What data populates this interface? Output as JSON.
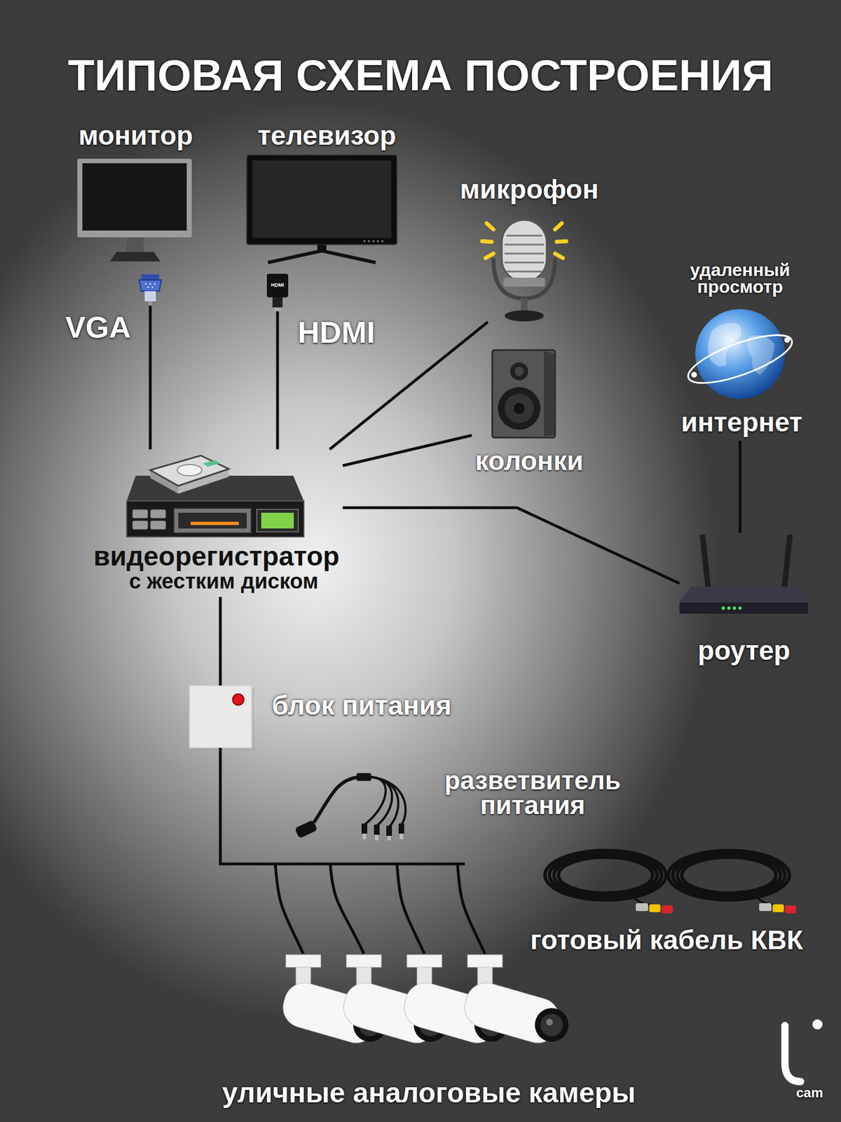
{
  "diagram": {
    "title": "ТИПОВАЯ СХЕМА ПОСТРОЕНИЯ",
    "nodes": [
      {
        "text": [
          "монитор"
        ]
      },
      {
        "text": [
          "телевизор"
        ]
      },
      {
        "text": [
          "микрофон"
        ]
      },
      {
        "text": [
          "удаленный просмотр",
          "интернет"
        ]
      },
      {
        "text": [
          "колонки"
        ]
      },
      {
        "text": [
          "видеорегистратор",
          "с жестким диском"
        ]
      },
      {
        "text": [
          "роутер"
        ]
      },
      {
        "text": [
          "блок питания"
        ]
      },
      {
        "text": [
          "разветвитель питания"
        ]
      },
      {
        "text": [
          "готовый кабель КВК"
        ]
      },
      {
        "text": [
          "уличные аналоговые камеры"
        ]
      }
    ],
    "edges": [
      {
        "from": 0,
        "to": 5,
        "arrow": "none",
        "label": "VGA"
      },
      {
        "from": 1,
        "to": 5,
        "arrow": "none",
        "label": "HDMI"
      },
      {
        "from": 2,
        "to": 5,
        "arrow": "none"
      },
      {
        "from": 4,
        "to": 5,
        "arrow": "none"
      },
      {
        "from": 5,
        "to": 6,
        "arrow": "none"
      },
      {
        "from": 3,
        "to": 6,
        "arrow": "none"
      },
      {
        "from": 5,
        "to": 7,
        "arrow": "none"
      },
      {
        "from": 7,
        "to": 10,
        "arrow": "none"
      }
    ],
    "labels": [
      "HDMI",
      "cam"
    ]
  }
}
